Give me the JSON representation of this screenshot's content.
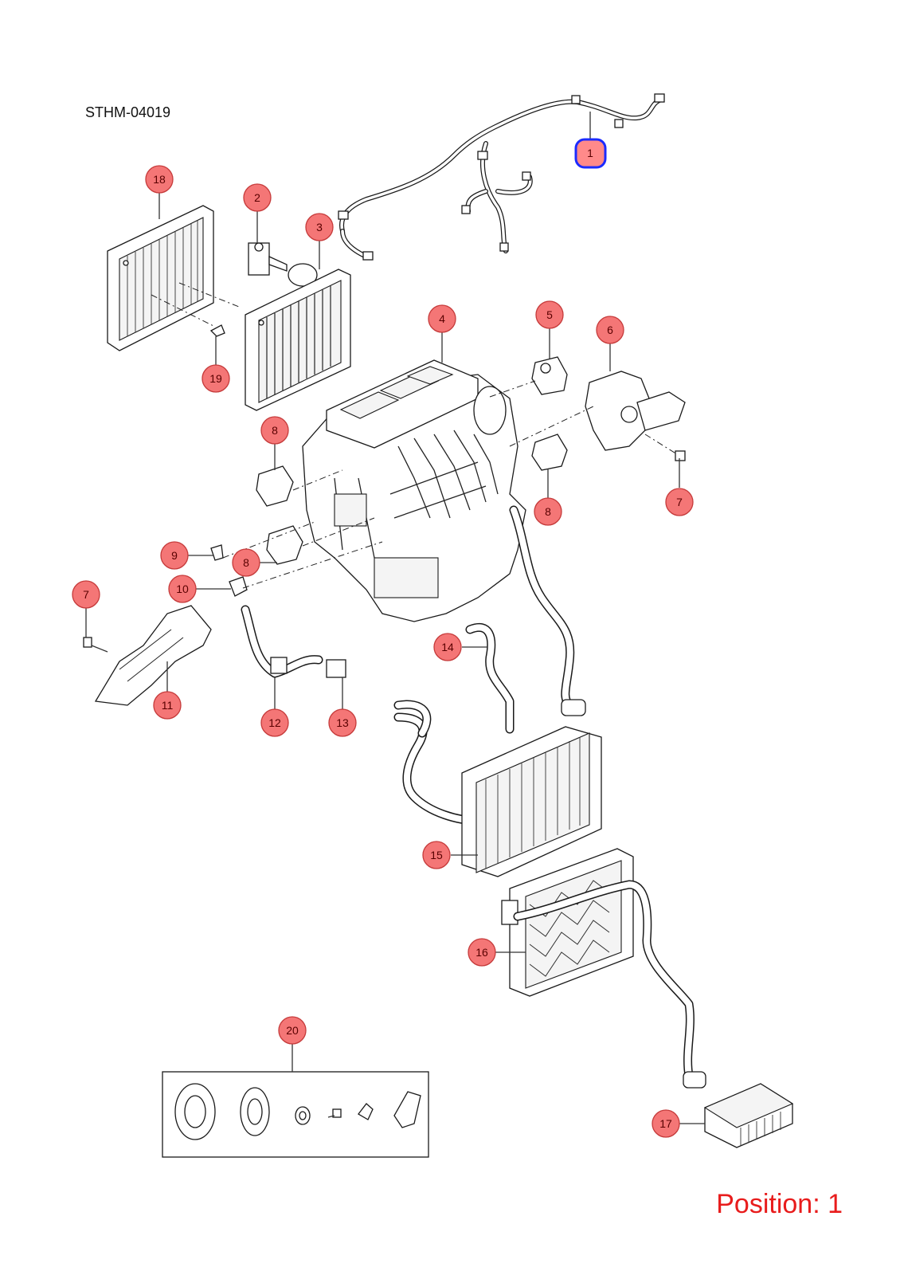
{
  "diagram_code": "STHM-04019",
  "position_label": "Position: 1",
  "callouts": [
    {
      "id": "callout-1",
      "label": "1",
      "selected": true
    },
    {
      "id": "callout-2",
      "label": "2"
    },
    {
      "id": "callout-3",
      "label": "3"
    },
    {
      "id": "callout-4",
      "label": "4"
    },
    {
      "id": "callout-5",
      "label": "5"
    },
    {
      "id": "callout-6",
      "label": "6"
    },
    {
      "id": "callout-7a",
      "label": "7"
    },
    {
      "id": "callout-7b",
      "label": "7"
    },
    {
      "id": "callout-8a",
      "label": "8"
    },
    {
      "id": "callout-8b",
      "label": "8"
    },
    {
      "id": "callout-8c",
      "label": "8"
    },
    {
      "id": "callout-9",
      "label": "9"
    },
    {
      "id": "callout-10",
      "label": "10"
    },
    {
      "id": "callout-11",
      "label": "11"
    },
    {
      "id": "callout-12",
      "label": "12"
    },
    {
      "id": "callout-13",
      "label": "13"
    },
    {
      "id": "callout-14",
      "label": "14"
    },
    {
      "id": "callout-15",
      "label": "15"
    },
    {
      "id": "callout-16",
      "label": "16"
    },
    {
      "id": "callout-17",
      "label": "17"
    },
    {
      "id": "callout-18",
      "label": "18"
    },
    {
      "id": "callout-19",
      "label": "19"
    },
    {
      "id": "callout-20",
      "label": "20"
    }
  ],
  "colors": {
    "callout_fill": "#f47676",
    "selected_border": "#1c2bff",
    "position_text": "#e81c1c"
  }
}
